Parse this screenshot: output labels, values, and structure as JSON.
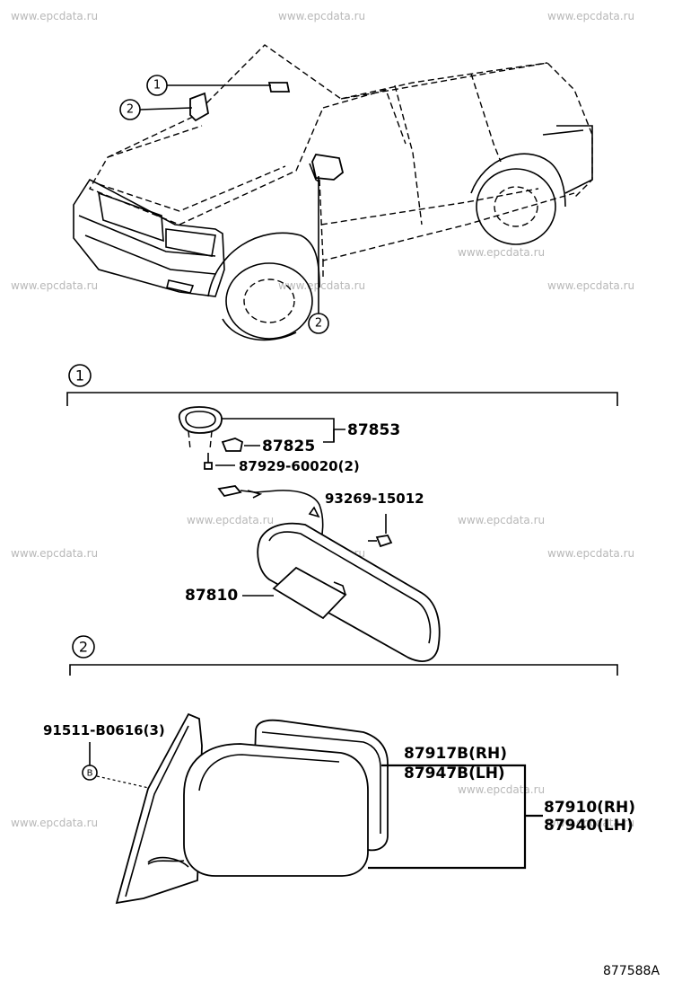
{
  "watermark": "www.epcdata.ru",
  "overview": {
    "callout_1": "1",
    "callout_2_hood": "2",
    "callout_2_door": "2"
  },
  "section_1": {
    "marker": "1",
    "parts": {
      "p87853": "87853",
      "p87825": "87825",
      "p87929": "87929-60020(2)",
      "p93269": "93269-15012",
      "p87810": "87810"
    }
  },
  "section_2": {
    "marker": "2",
    "parts": {
      "p91511": "91511-B0616(3)",
      "bolt_marker": "B",
      "p87917b": "87917B(RH)",
      "p87947b": "87947B(LH)",
      "p87910": "87910(RH)",
      "p87940": "87940(LH)"
    }
  },
  "diagram_code": "877588A"
}
